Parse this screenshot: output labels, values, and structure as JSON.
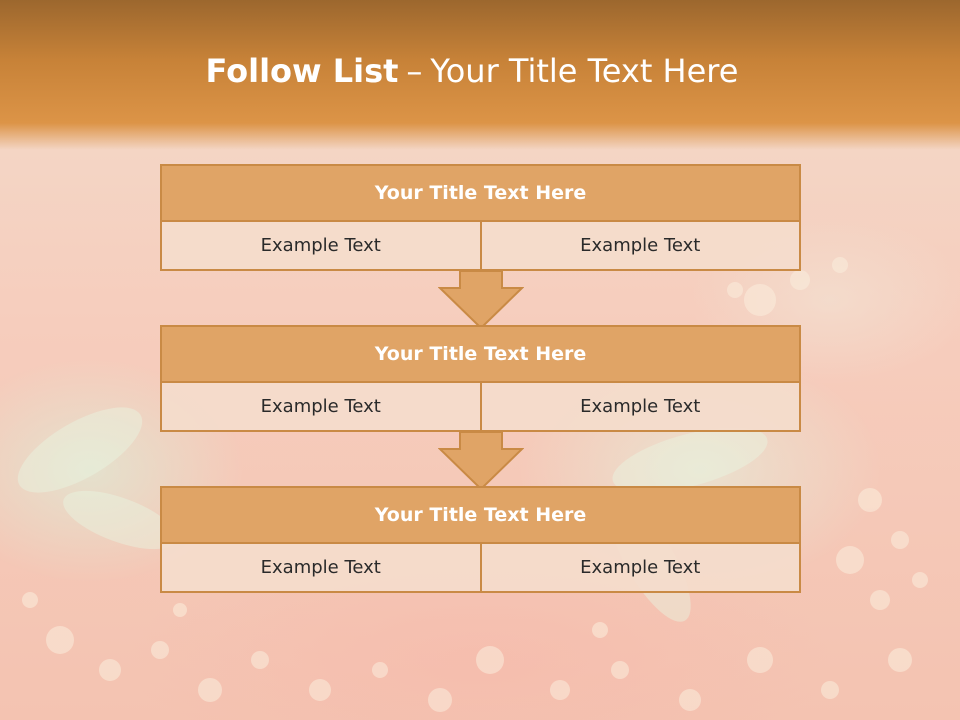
{
  "slide": {
    "title_main": "Follow List",
    "title_separator": "–",
    "title_sub": "Your Title Text Here"
  },
  "steps": [
    {
      "title": "Your Title Text Here",
      "cells": [
        "Example Text",
        "Example Text"
      ]
    },
    {
      "title": "Your Title Text Here",
      "cells": [
        "Example Text",
        "Example Text"
      ]
    },
    {
      "title": "Your Title Text Here",
      "cells": [
        "Example Text",
        "Example Text"
      ]
    }
  ],
  "colors": {
    "header_fill": "#e0a466",
    "border": "#c98a45",
    "cell_fill": "#f4dccc",
    "top_band": "#d68f42"
  }
}
